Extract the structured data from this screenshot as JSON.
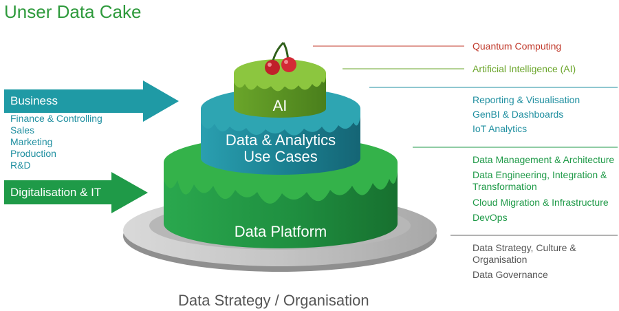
{
  "header": {
    "title": "Unser Data Cake"
  },
  "colors": {
    "title": "#2e9a3c",
    "business": "#1f9aa5",
    "digital": "#1f9a48",
    "quantum": "#c0392b",
    "ai": "#6aa52a",
    "analytics": "#1f8fa0",
    "platform": "#1f9a48",
    "strategy": "#555555"
  },
  "cake": {
    "ai_label": "AI",
    "analytics_label_1": "Data & Analytics",
    "analytics_label_2": "Use Cases",
    "platform_label": "Data Platform",
    "foundation_label": "Data Strategy / Organisation"
  },
  "left": {
    "business": {
      "label": "Business",
      "items": [
        "Finance & Controlling",
        "Sales",
        "Marketing",
        "Production",
        "R&D"
      ]
    },
    "digital": {
      "label": "Digitalisation & IT"
    }
  },
  "right": {
    "quantum": [
      "Quantum Computing"
    ],
    "ai": [
      "Artificial Intelligence (AI)"
    ],
    "analytics": [
      "Reporting & Visualisation",
      "GenBI & Dashboards",
      "IoT Analytics"
    ],
    "platform": [
      "Data Management & Architecture",
      "Data Engineering, Integration &",
      "Transformation",
      "Cloud Migration & Infrastructure",
      "DevOps"
    ],
    "strategy": [
      "Data Strategy, Culture &",
      "Organisation",
      "Data Governance"
    ]
  }
}
